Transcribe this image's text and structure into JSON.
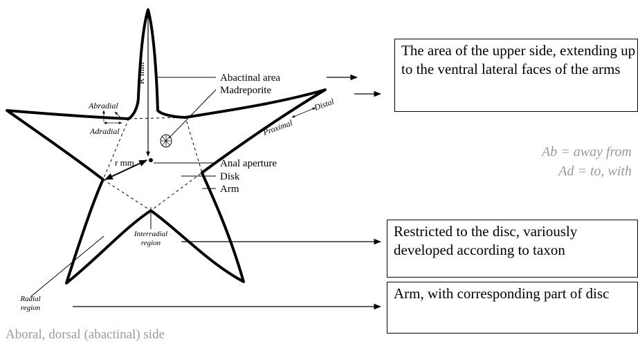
{
  "caption": "Aboral, dorsal (abactinal) side",
  "labels": {
    "abactinal_area": "Abactinal area",
    "madreporite": "Madreporite",
    "anal_aperture": "Anal aperture",
    "disk": "Disk",
    "arm": "Arm",
    "r_major": "R mm",
    "r_minor": "r mm",
    "abradial": "Abradial",
    "adradial": "Adradial",
    "proximal": "Proximal",
    "distal": "Distal",
    "interradial_region": "Interradial region",
    "radial_region": "Radial region"
  },
  "boxes": {
    "abactinal": "The area of the upper side, extending up to the ventral lateral faces of the arms",
    "interradial": "Restricted to the disc, variously developed according to taxon",
    "radial": "Arm, with corresponding part of disc"
  },
  "notes": {
    "ab": "Ab = away from",
    "ad": "Ad = to, with"
  },
  "colors": {
    "outline": "#000000",
    "muted": "#9a9a9a"
  }
}
